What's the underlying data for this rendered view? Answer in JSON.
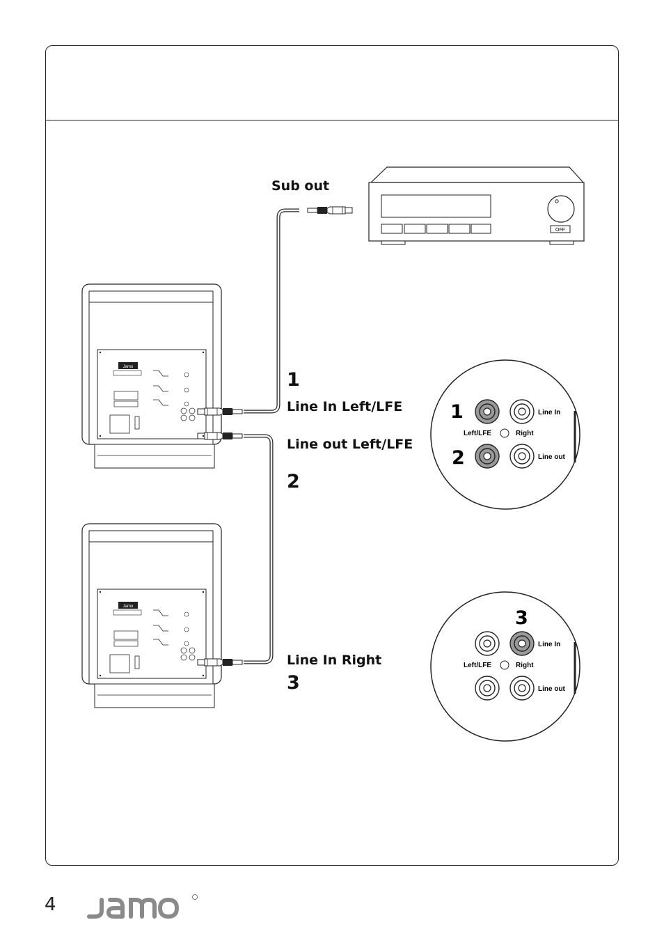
{
  "labels": {
    "sub_out": "Sub out",
    "step1_number": "1",
    "line_in_left": "Line In Left/LFE",
    "line_out_left": "Line out Left/LFE",
    "step2_number": "2",
    "line_in_right": "Line In Right",
    "step3_number": "3"
  },
  "receiver": {
    "off_label": "OFF"
  },
  "callout_top": {
    "num1": "1",
    "num2": "2",
    "line_in": "Line In",
    "left_lfe": "Left/LFE",
    "right": "Right",
    "line_out": "Line out"
  },
  "callout_bottom": {
    "num3": "3",
    "line_in": "Line In",
    "left_lfe": "Left/LFE",
    "right": "Right",
    "line_out": "Line out"
  },
  "footer": {
    "page_number": "4",
    "brand": "Jamo"
  }
}
